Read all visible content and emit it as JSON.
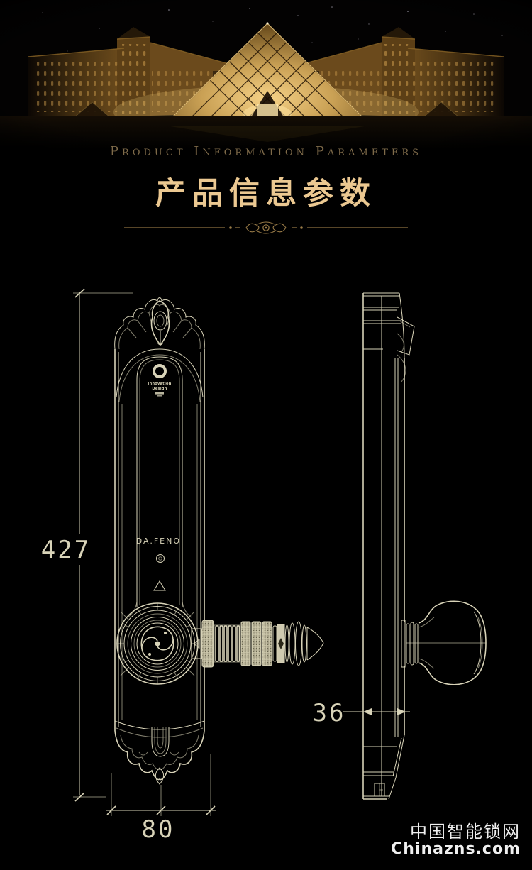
{
  "header": {
    "subtitle": "Product Information Parameters",
    "title": "产品信息参数"
  },
  "diagram": {
    "front_view": {
      "logo_line1": "Innovation",
      "logo_line2": "Design",
      "brand": "DA.FENOI",
      "height_label": "427",
      "width_label": "80"
    },
    "side_view": {
      "depth_label": "36"
    }
  },
  "watermark": {
    "site_name": "中国智能锁网",
    "site_domain": "Chinazns.com"
  },
  "colors": {
    "title_gold": "#ebc891",
    "subtitle_bronze": "#7e6a49",
    "line_cream": "#d8d3b8",
    "watermark_white": "#f0f0f0",
    "pyramid_amber": "#e8b45a"
  }
}
